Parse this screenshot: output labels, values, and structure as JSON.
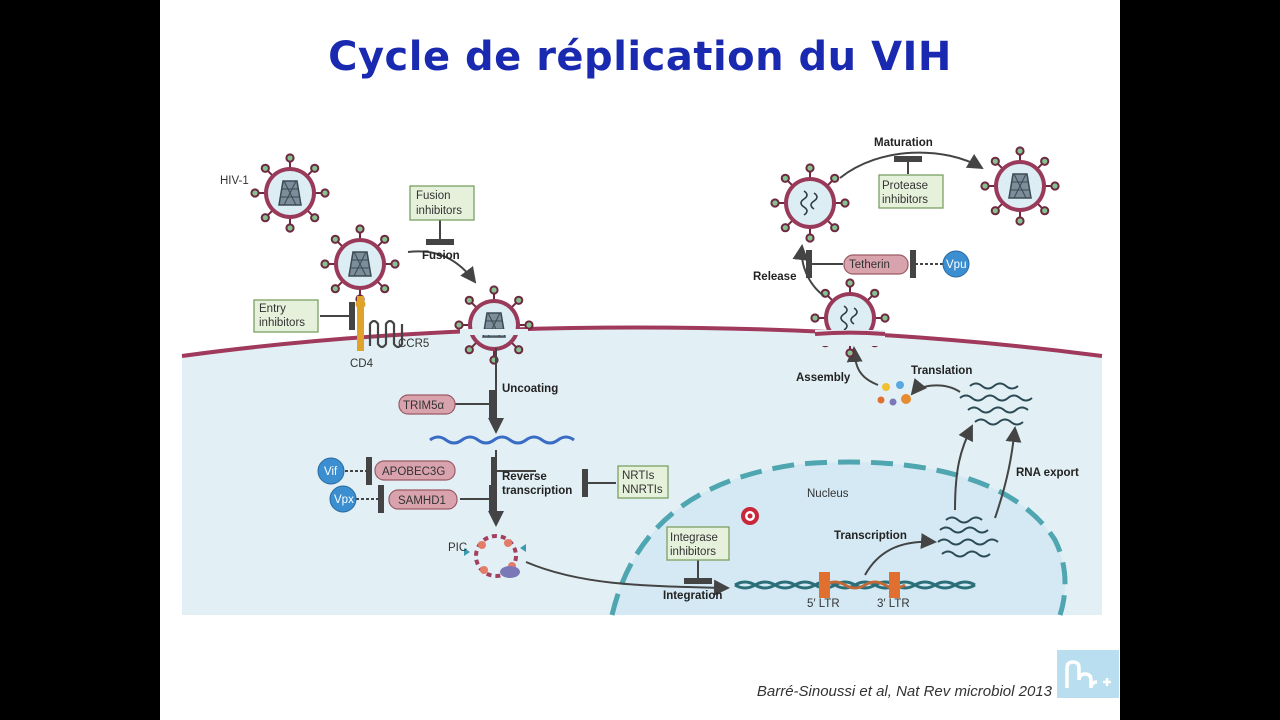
{
  "title": "Cycle de réplication du VIH",
  "citation": "Barré-Sinoussi et al, Nat Rev microbiol 2013",
  "labels": {
    "hiv1": "HIV-1",
    "fusion_inhibitors": [
      "Fusion",
      "inhibitors"
    ],
    "fusion": "Fusion",
    "entry_inhibitors": [
      "Entry",
      "inhibitors"
    ],
    "cd4": "CD4",
    "ccr5": "CCR5",
    "uncoating": "Uncoating",
    "trim5a": "TRIM5α",
    "apobec3g": "APOBEC3G",
    "samhd1": "SAMHD1",
    "vif": "Vif",
    "vpx": "Vpx",
    "reverse_transcription": [
      "Reverse",
      "transcription"
    ],
    "nrtis": "NRTIs",
    "nnrtis": "NNRTIs",
    "pic": "PIC",
    "nucleus": "Nucleus",
    "integrase_inhibitors": [
      "Integrase",
      "inhibitors"
    ],
    "integration": "Integration",
    "ltr5": "5′ LTR",
    "ltr3": "3′ LTR",
    "transcription": "Transcription",
    "rna_export": "RNA export",
    "translation": "Translation",
    "assembly": "Assembly",
    "release": "Release",
    "tetherin": "Tetherin",
    "vpu": "Vpu",
    "maturation": "Maturation",
    "protease_inhibitors": [
      "Protease",
      "inhibitors"
    ]
  },
  "colors": {
    "title": "#1a2ab0",
    "membrane": "#a03a5c",
    "cytoplasm": "#e2f0f5",
    "nuclear_envelope": "#4fa6b0",
    "inhibitor_box": "#e6f1dc",
    "restriction_factor": "#d9a3ad",
    "accessory_protein": "#3b8ed0"
  }
}
